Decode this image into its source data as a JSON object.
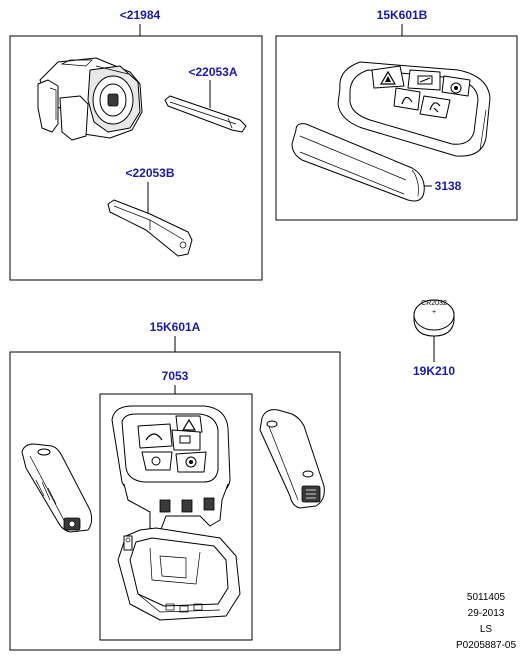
{
  "callouts": {
    "ignition_lock": "<21984",
    "key_blade_a": "<22053A",
    "key_blade_b": "<22053B",
    "key_fob_top": "15K601B",
    "fob_cover": "3138",
    "battery_part": "19K210",
    "key_assembly": "15K601A",
    "transmitter": "7053"
  },
  "battery": {
    "model": "CR2032",
    "polarity": "+"
  },
  "footer": {
    "line1": "5011405",
    "line2": "29-2013",
    "line3": "LS",
    "line4": "P0205887-05"
  },
  "colors": {
    "callout": "#1a1aa6",
    "line": "#000000"
  }
}
